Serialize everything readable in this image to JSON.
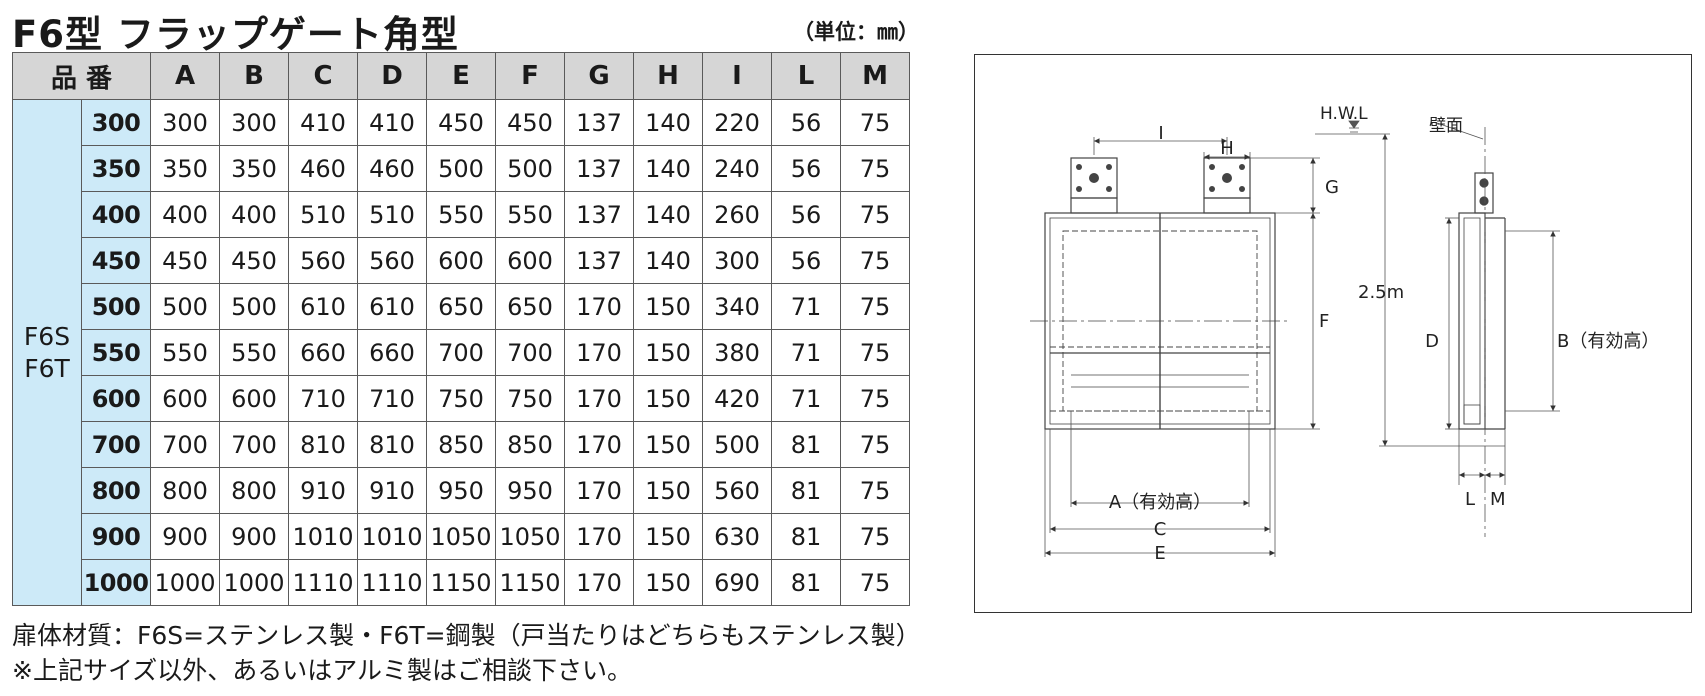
{
  "title": "F6型 フラップゲート角型",
  "unit_note": "（単位：㎜）",
  "table": {
    "headers": [
      "品 番",
      "A",
      "B",
      "C",
      "D",
      "E",
      "F",
      "G",
      "H",
      "I",
      "L",
      "M"
    ],
    "series_label": [
      "F6S",
      "F6T"
    ],
    "rows": [
      {
        "model": "300",
        "values": [
          "300",
          "300",
          "410",
          "410",
          "450",
          "450",
          "137",
          "140",
          "220",
          "56",
          "75"
        ]
      },
      {
        "model": "350",
        "values": [
          "350",
          "350",
          "460",
          "460",
          "500",
          "500",
          "137",
          "140",
          "240",
          "56",
          "75"
        ]
      },
      {
        "model": "400",
        "values": [
          "400",
          "400",
          "510",
          "510",
          "550",
          "550",
          "137",
          "140",
          "260",
          "56",
          "75"
        ]
      },
      {
        "model": "450",
        "values": [
          "450",
          "450",
          "560",
          "560",
          "600",
          "600",
          "137",
          "140",
          "300",
          "56",
          "75"
        ]
      },
      {
        "model": "500",
        "values": [
          "500",
          "500",
          "610",
          "610",
          "650",
          "650",
          "170",
          "150",
          "340",
          "71",
          "75"
        ]
      },
      {
        "model": "550",
        "values": [
          "550",
          "550",
          "660",
          "660",
          "700",
          "700",
          "170",
          "150",
          "380",
          "71",
          "75"
        ]
      },
      {
        "model": "600",
        "values": [
          "600",
          "600",
          "710",
          "710",
          "750",
          "750",
          "170",
          "150",
          "420",
          "71",
          "75"
        ]
      },
      {
        "model": "700",
        "values": [
          "700",
          "700",
          "810",
          "810",
          "850",
          "850",
          "170",
          "150",
          "500",
          "81",
          "75"
        ]
      },
      {
        "model": "800",
        "values": [
          "800",
          "800",
          "910",
          "910",
          "950",
          "950",
          "170",
          "150",
          "560",
          "81",
          "75"
        ]
      },
      {
        "model": "900",
        "values": [
          "900",
          "900",
          "1010",
          "1010",
          "1050",
          "1050",
          "170",
          "150",
          "630",
          "81",
          "75"
        ]
      },
      {
        "model": "1000",
        "values": [
          "1000",
          "1000",
          "1110",
          "1110",
          "1150",
          "1150",
          "170",
          "150",
          "690",
          "81",
          "75"
        ]
      }
    ]
  },
  "diagram": {
    "labels": {
      "hwl": "H.W.L",
      "wall": "壁面",
      "i": "I",
      "h": "H",
      "g": "G",
      "f": "F",
      "height": "2.5m",
      "d": "D",
      "b": "B（有効高）",
      "a": "A（有効高）",
      "c": "C",
      "e": "E",
      "l": "L",
      "m": "M"
    }
  },
  "notes": [
    "扉体材質：F6S=ステンレス製・F6T=鋼製（戸当たりはどちらもステンレス製）",
    "※上記サイズ以外、あるいはアルミ製はご相談下さい。"
  ]
}
